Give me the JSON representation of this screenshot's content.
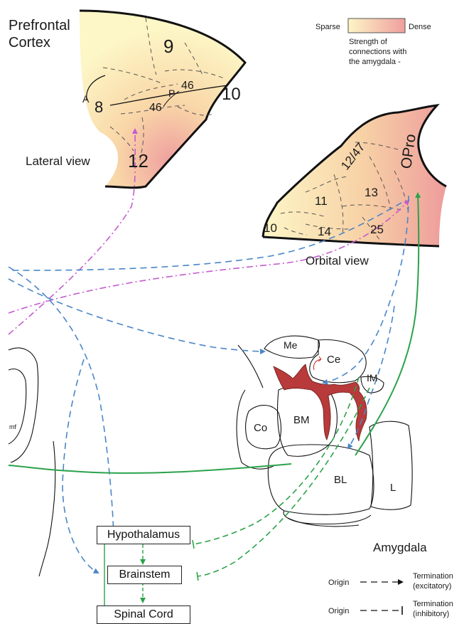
{
  "pfc": {
    "title_line1": "Prefrontal",
    "title_line2": "Cortex",
    "lateral_view": "Lateral view",
    "orbital_view": "Orbital view",
    "lateral_areas": [
      "9",
      "8",
      "46",
      "46",
      "10",
      "12",
      "A",
      "P"
    ],
    "orbital_areas": [
      "12/47",
      "OPro",
      "11",
      "13",
      "10",
      "14",
      "25"
    ]
  },
  "legend_scale": {
    "low": "Sparse",
    "high": "Dense",
    "caption_line1": "Strength of",
    "caption_line2": "connections with",
    "caption_line3": "the amygdala -",
    "color_low": "#fdf5c4",
    "color_high": "#ee9f9f"
  },
  "amygdala": {
    "title": "Amygdala",
    "nuclei": [
      "Me",
      "Ce",
      "IM",
      "Co",
      "BM",
      "BL",
      "L"
    ],
    "imf_label": "mf",
    "intercalated_color": "#b83a3a"
  },
  "targets": {
    "hypothalamus": "Hypothalamus",
    "brainstem": "Brainstem",
    "spinal_cord": "Spinal Cord"
  },
  "legend_lines": {
    "excitatory_origin": "Origin",
    "excitatory_term_line1": "Termination",
    "excitatory_term_line2": "(excitatory)",
    "inhibitory_origin": "Origin",
    "inhibitory_term_line1": "Termination",
    "inhibitory_term_line2": "(inhibitory)"
  },
  "colors": {
    "blue_pathway": "#4a86c8",
    "green_pathway": "#2ba24a",
    "purple_pathway": "#c55bd0",
    "outline": "#111111"
  }
}
